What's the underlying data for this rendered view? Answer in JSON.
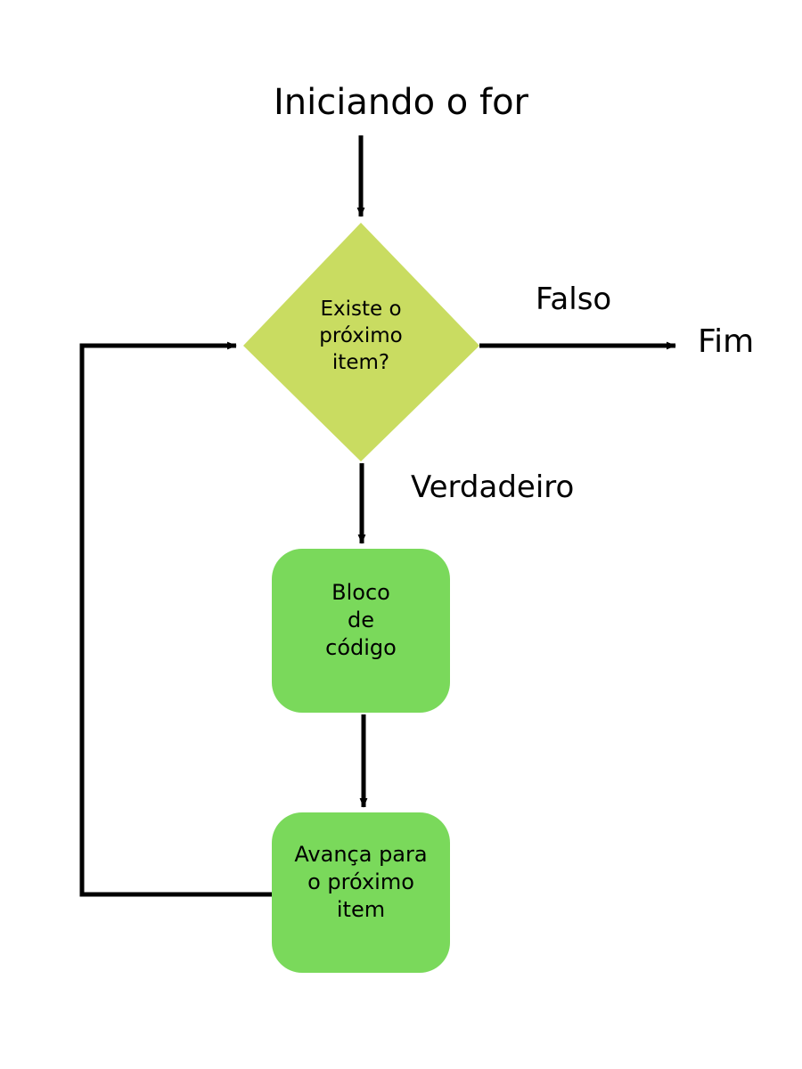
{
  "diagram": {
    "title": "Iniciando o for",
    "language": "pt-BR",
    "type": "flowchart",
    "colors": {
      "decision_fill": "#c9dc61",
      "process_fill": "#7ad95b",
      "line": "#000000",
      "text": "#000000",
      "background": "#ffffff"
    },
    "nodes": {
      "start": {
        "label": "Iniciando o for",
        "shape": "text"
      },
      "decision": {
        "label": "Existe o\npróximo\nitem?",
        "line1": "Existe o",
        "line2": "próximo",
        "line3": "item?",
        "shape": "diamond"
      },
      "process": {
        "label": "Bloco\nde\ncódigo",
        "line1": "Bloco",
        "line2": "de",
        "line3": "código",
        "shape": "rounded-rect"
      },
      "advance": {
        "label": "Avança para\no próximo\nitem",
        "line1": "Avança para",
        "line2": "o próximo",
        "line3": "item",
        "shape": "rounded-rect"
      },
      "end": {
        "label": "Fim",
        "shape": "text"
      }
    },
    "edges": {
      "start_to_decision": {
        "label": "",
        "from": "start",
        "to": "decision"
      },
      "decision_false": {
        "label": "Falso",
        "from": "decision",
        "to": "end"
      },
      "decision_true": {
        "label": "Verdadeiro",
        "from": "decision",
        "to": "process"
      },
      "process_to_advance": {
        "label": "",
        "from": "process",
        "to": "advance"
      },
      "advance_to_decision": {
        "label": "",
        "from": "advance",
        "to": "decision"
      }
    }
  }
}
